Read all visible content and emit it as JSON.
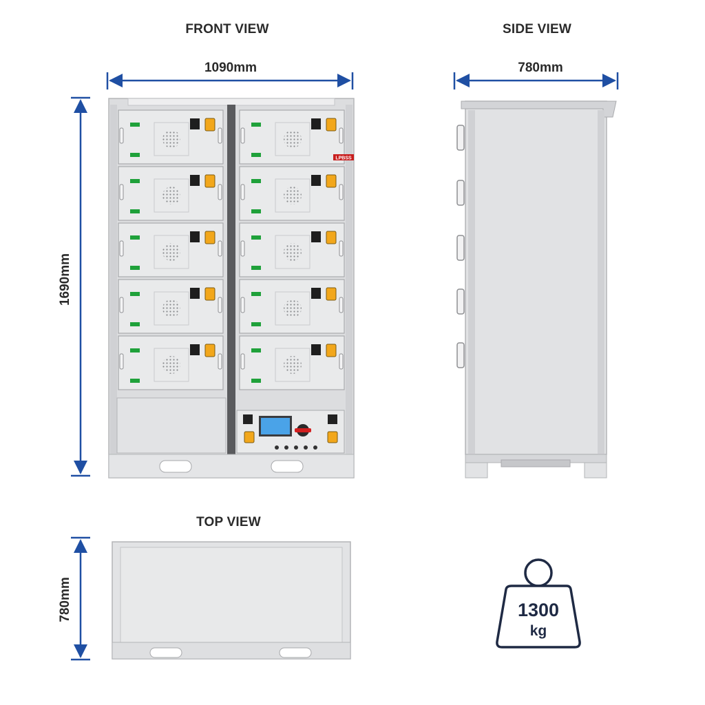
{
  "views": {
    "front": {
      "title": "FRONT VIEW",
      "width_label": "1090mm",
      "height_label": "1690mm"
    },
    "side": {
      "title": "SIDE VIEW",
      "depth_label": "780mm"
    },
    "top": {
      "title": "TOP VIEW",
      "depth_label": "780mm"
    }
  },
  "weight": {
    "value": "1300",
    "unit": "kg"
  },
  "brand": {
    "logo_text": "LPBSS"
  },
  "colors": {
    "dimension_arrow": "#1f4fa3",
    "cabinet": "#e3e4e6",
    "frame": "#c9cacd",
    "connector_orange": "#f2a71b",
    "indicator_green": "#1fa13a",
    "display_blue": "#4aa3e8",
    "switch_red": "#d21f1f",
    "weight_icon": "#1f2a44"
  },
  "modules": {
    "rows": 5,
    "columns": 2
  }
}
